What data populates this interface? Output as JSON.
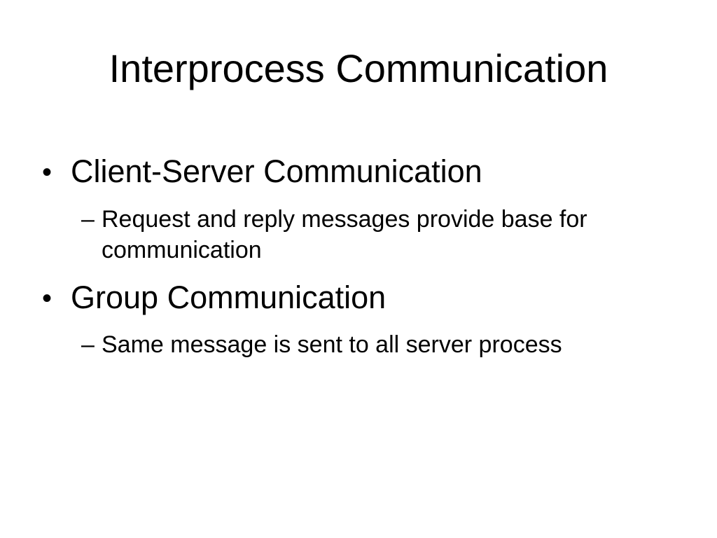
{
  "slide": {
    "title": "Interprocess Communication",
    "bullets": [
      {
        "marker": "•",
        "text": "Client-Server Communication",
        "sub": [
          {
            "marker": "–",
            "text": "Request and reply messages provide base for communication"
          }
        ]
      },
      {
        "marker": "•",
        "text": "Group Communication",
        "sub": [
          {
            "marker": "–",
            "text": "Same message is sent to all server process"
          }
        ]
      }
    ]
  }
}
